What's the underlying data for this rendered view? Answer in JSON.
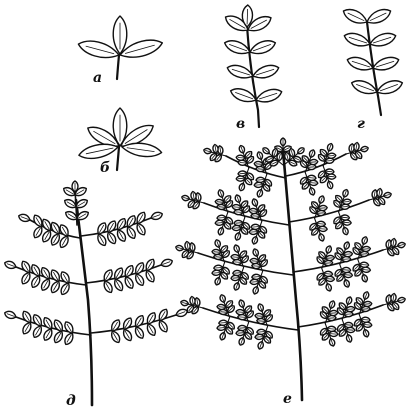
{
  "figure": {
    "panels": [
      {
        "id": "a",
        "label": "а",
        "type": "ternate leaf (three leaflets)"
      },
      {
        "id": "b",
        "label": "б",
        "type": "palmate leaf (five leaflets)"
      },
      {
        "id": "c",
        "label": "в",
        "type": "imparipinnate compound leaf"
      },
      {
        "id": "d",
        "label": "г",
        "type": "paripinnate compound leaf"
      },
      {
        "id": "e",
        "label": "д",
        "type": "bipinnate compound leaf"
      },
      {
        "id": "f",
        "label": "е",
        "type": "tripinnate compound leaf"
      }
    ],
    "colors": {
      "ink": "#111111",
      "paper": "#ffffff"
    }
  }
}
